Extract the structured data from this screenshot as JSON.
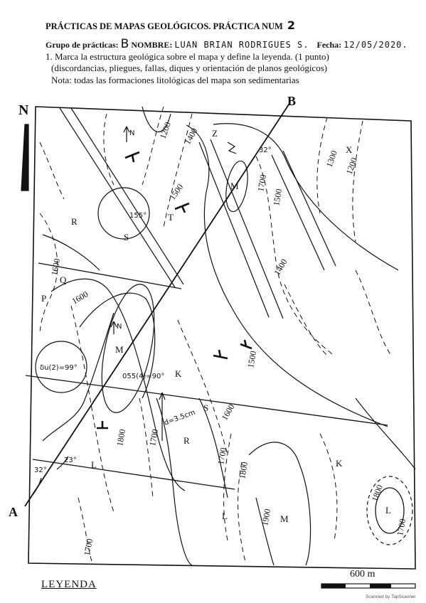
{
  "header": {
    "title": "PRÁCTICAS DE MAPAS GEOLÓGICOS. PRÁCTICA NUM",
    "practice_number": "2",
    "group_label": "Grupo de prácticas:",
    "group_value": "B",
    "name_label": "NOMBRE:",
    "name_value": "LUAN BRIAN RODRIGUES S.",
    "date_label": "Fecha:",
    "date_value": "12/05/2020."
  },
  "instructions": {
    "line1": "1. Marca la estructura geológica sobre el mapa y define la leyenda. (1 punto)",
    "line2": "(discordancias, pliegues, fallas, diques y orientación de planos geológicos)",
    "line3": "Nota: todas las formaciones litológicas del mapa son sedimentarias"
  },
  "map": {
    "north": "N",
    "point_a": "A",
    "point_b": "B",
    "units": {
      "z": "Z",
      "x": "X",
      "t": "T",
      "r1": "R",
      "r2": "R",
      "s1": "S",
      "s2": "S",
      "q": "Q",
      "p": "P",
      "m1": "M",
      "m2": "M",
      "m3": "M",
      "k1": "K",
      "k2": "K",
      "l1": "L",
      "l2": "L",
      "l3": "L"
    },
    "contours": {
      "c1200a": "1200",
      "c1400a": "1400",
      "c1500a": "1500",
      "c1700a": "1700",
      "c1500b": "1500",
      "c1300": "1300",
      "c1200b": "1200",
      "c1400b": "1400",
      "c1500c": "1500",
      "c1600a": "1600",
      "c1600b": "1600",
      "c1800a": "1800",
      "c1700b": "1700",
      "c1600c": "1600",
      "c1700c": "1700",
      "c1800b": "1800",
      "c1900": "1900",
      "c1800c": "1800",
      "c1700d": "1700",
      "c1700e": "1700"
    },
    "annotations": {
      "dip_155": "155°",
      "n_small_1": "N",
      "n_small_2": "N",
      "dip_32b": "32°",
      "dip_99": "δu(2)=99°",
      "dip_05": "055(4)=90°",
      "distance": "d=3.5cm",
      "angle_32": "32°",
      "angle_23": "23°"
    }
  },
  "legend": {
    "label": "LEYENDA"
  },
  "scale": {
    "label": "600 m"
  },
  "footer": {
    "scanner": "Scanned by TapScanner"
  }
}
